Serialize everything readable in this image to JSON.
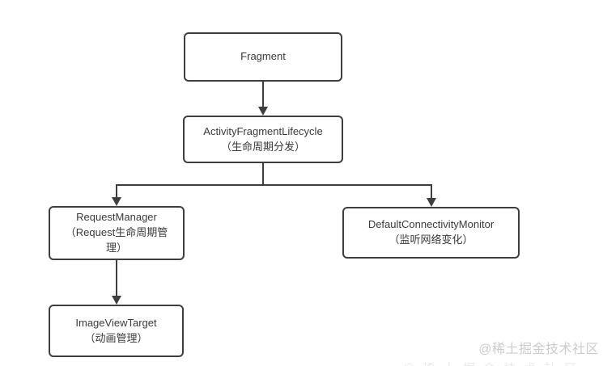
{
  "colors": {
    "background": "#ffffff",
    "box_border": "#3e3e3e",
    "connector_line": "#3e3e3e",
    "text": "#3a3a3a",
    "watermark": "#cbcbcb"
  },
  "diagram": {
    "type": "flowchart",
    "nodes": {
      "fragment": {
        "title": "Fragment",
        "subtitle": ""
      },
      "activity_fragment_lifecycle": {
        "title": "ActivityFragmentLifecycle",
        "subtitle": "（生命周期分发）"
      },
      "request_manager": {
        "title": "RequestManager",
        "subtitle": "（Request生命周期管理）"
      },
      "default_connectivity_monitor": {
        "title": "DefaultConnectivityMonitor",
        "subtitle": "（监听网络变化）"
      },
      "image_view_target": {
        "title": "ImageViewTarget",
        "subtitle": "（动画管理）"
      }
    },
    "edges": [
      {
        "from": "fragment",
        "to": "activity_fragment_lifecycle"
      },
      {
        "from": "activity_fragment_lifecycle",
        "to": "request_manager"
      },
      {
        "from": "activity_fragment_lifecycle",
        "to": "default_connectivity_monitor"
      },
      {
        "from": "request_manager",
        "to": "image_view_target"
      }
    ]
  },
  "watermark": {
    "text": "@稀土掘金技术社区"
  }
}
